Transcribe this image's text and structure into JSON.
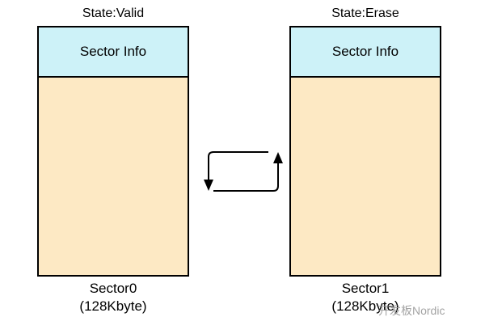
{
  "sectors": [
    {
      "state": "State:Valid",
      "info": "Sector Info",
      "name": "Sector0",
      "size": "(128Kbyte)"
    },
    {
      "state": "State:Erase",
      "info": "Sector Info",
      "name": "Sector1",
      "size": "(128Kbyte)"
    }
  ],
  "watermark": "开发板Nordic",
  "colors": {
    "sector_body": "#fde9c4",
    "sector_info": "#cdf2f8",
    "stroke": "#000000"
  }
}
